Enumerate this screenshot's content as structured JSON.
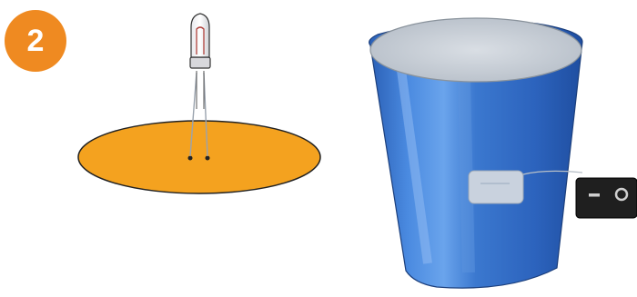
{
  "step": {
    "number": "2"
  },
  "colors": {
    "badge": "#ef8a21",
    "disc": "#f4a21f",
    "cup_blue": "#3f7fd0",
    "cup_rim": "#c7ced6",
    "switch_body": "#1f1f1f"
  },
  "objects": [
    "bulb-icon",
    "orange-disc",
    "blue-cup",
    "switch-icon"
  ]
}
